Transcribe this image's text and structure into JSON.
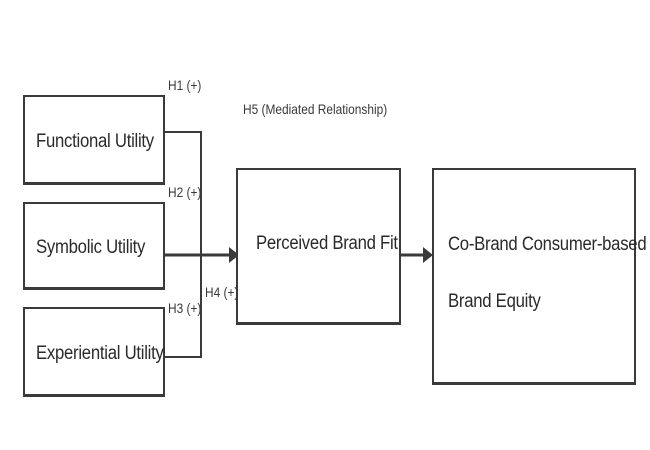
{
  "nodes": {
    "functional": "Functional Utility",
    "symbolic": "Symbolic Utility",
    "experiential": "Experiential Utility",
    "brand_fit": "Perceived Brand Fit",
    "equity_line1": "Co-Brand Consumer-based",
    "equity_line2": "Brand Equity"
  },
  "hypotheses": {
    "h1": "H1 (+)",
    "h2": "H2 (+)",
    "h3": "H3 (+)",
    "h4": "H4 (+)",
    "h5": "H5 (Mediated Relationship)"
  },
  "colors": {
    "line": "#3a3a3a",
    "text": "#2a2a2a"
  }
}
